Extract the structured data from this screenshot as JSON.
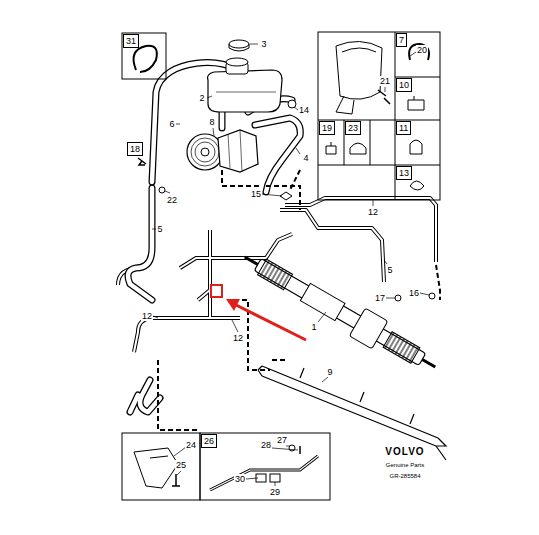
{
  "diagram": {
    "nodes": [
      {
        "text": [
          "31"
        ]
      },
      {
        "text": [
          "7"
        ]
      },
      {
        "text": [
          "10"
        ]
      },
      {
        "text": [
          "19"
        ]
      },
      {
        "text": [
          "23"
        ]
      },
      {
        "text": [
          "11"
        ]
      },
      {
        "text": [
          "18"
        ]
      },
      {
        "text": [
          "13"
        ]
      },
      {
        "text": [
          "26"
        ]
      }
    ],
    "labels": [
      "3",
      "20",
      "21",
      "2",
      "14",
      "8",
      "6",
      "4",
      "15",
      "22",
      "5",
      "12",
      "5",
      "17",
      "16",
      "12",
      "12",
      "1",
      "9",
      "24",
      "25",
      "27",
      "28",
      "30",
      "29",
      "VOLVO",
      "Genuine Parts",
      "GR-285584"
    ]
  }
}
